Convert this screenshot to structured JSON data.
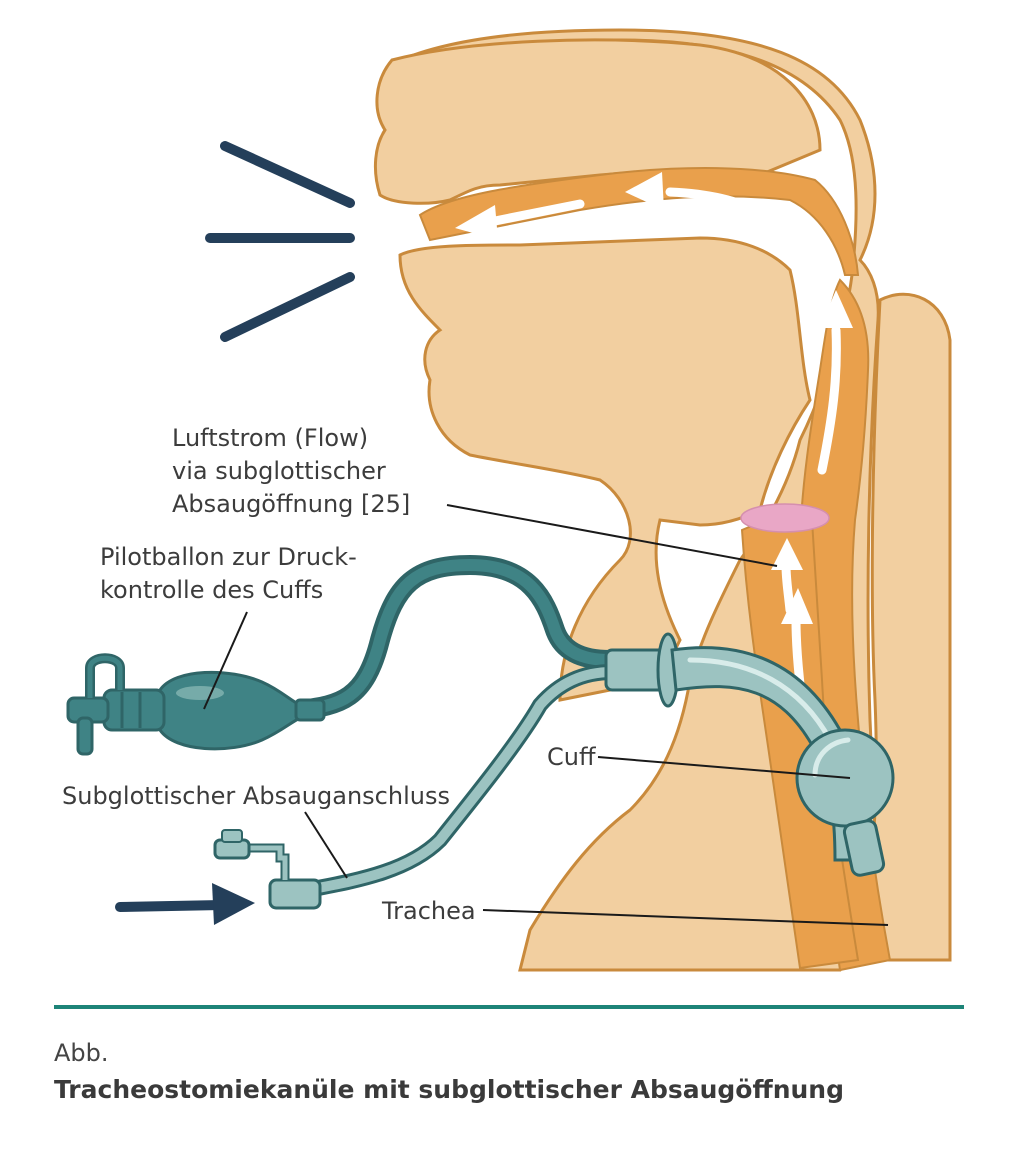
{
  "labels": {
    "airflow": [
      "Luftstrom (Flow)",
      "via subglottischer",
      "Absaugöffnung [25]"
    ],
    "pilot_balloon": [
      "Pilotballon zur Druck-",
      "kontrolle des Cuffs"
    ],
    "cuff": "Cuff",
    "suction_port": "Subglottischer Absauganschluss",
    "trachea": "Trachea"
  },
  "caption": {
    "prefix": "Abb.",
    "title": "Tracheostomiekanüle mit subglottischer Absaugöffnung"
  },
  "colors": {
    "skin": "#f2cfa0",
    "airway": "#e9a04c",
    "outline": "#c98a3c",
    "tube": "#8fb9b8",
    "tube_dark": "#2f6567",
    "arrow_navy": "#243f5a",
    "divider": "#1d8478",
    "epiglottis": "#e9a7c6"
  }
}
